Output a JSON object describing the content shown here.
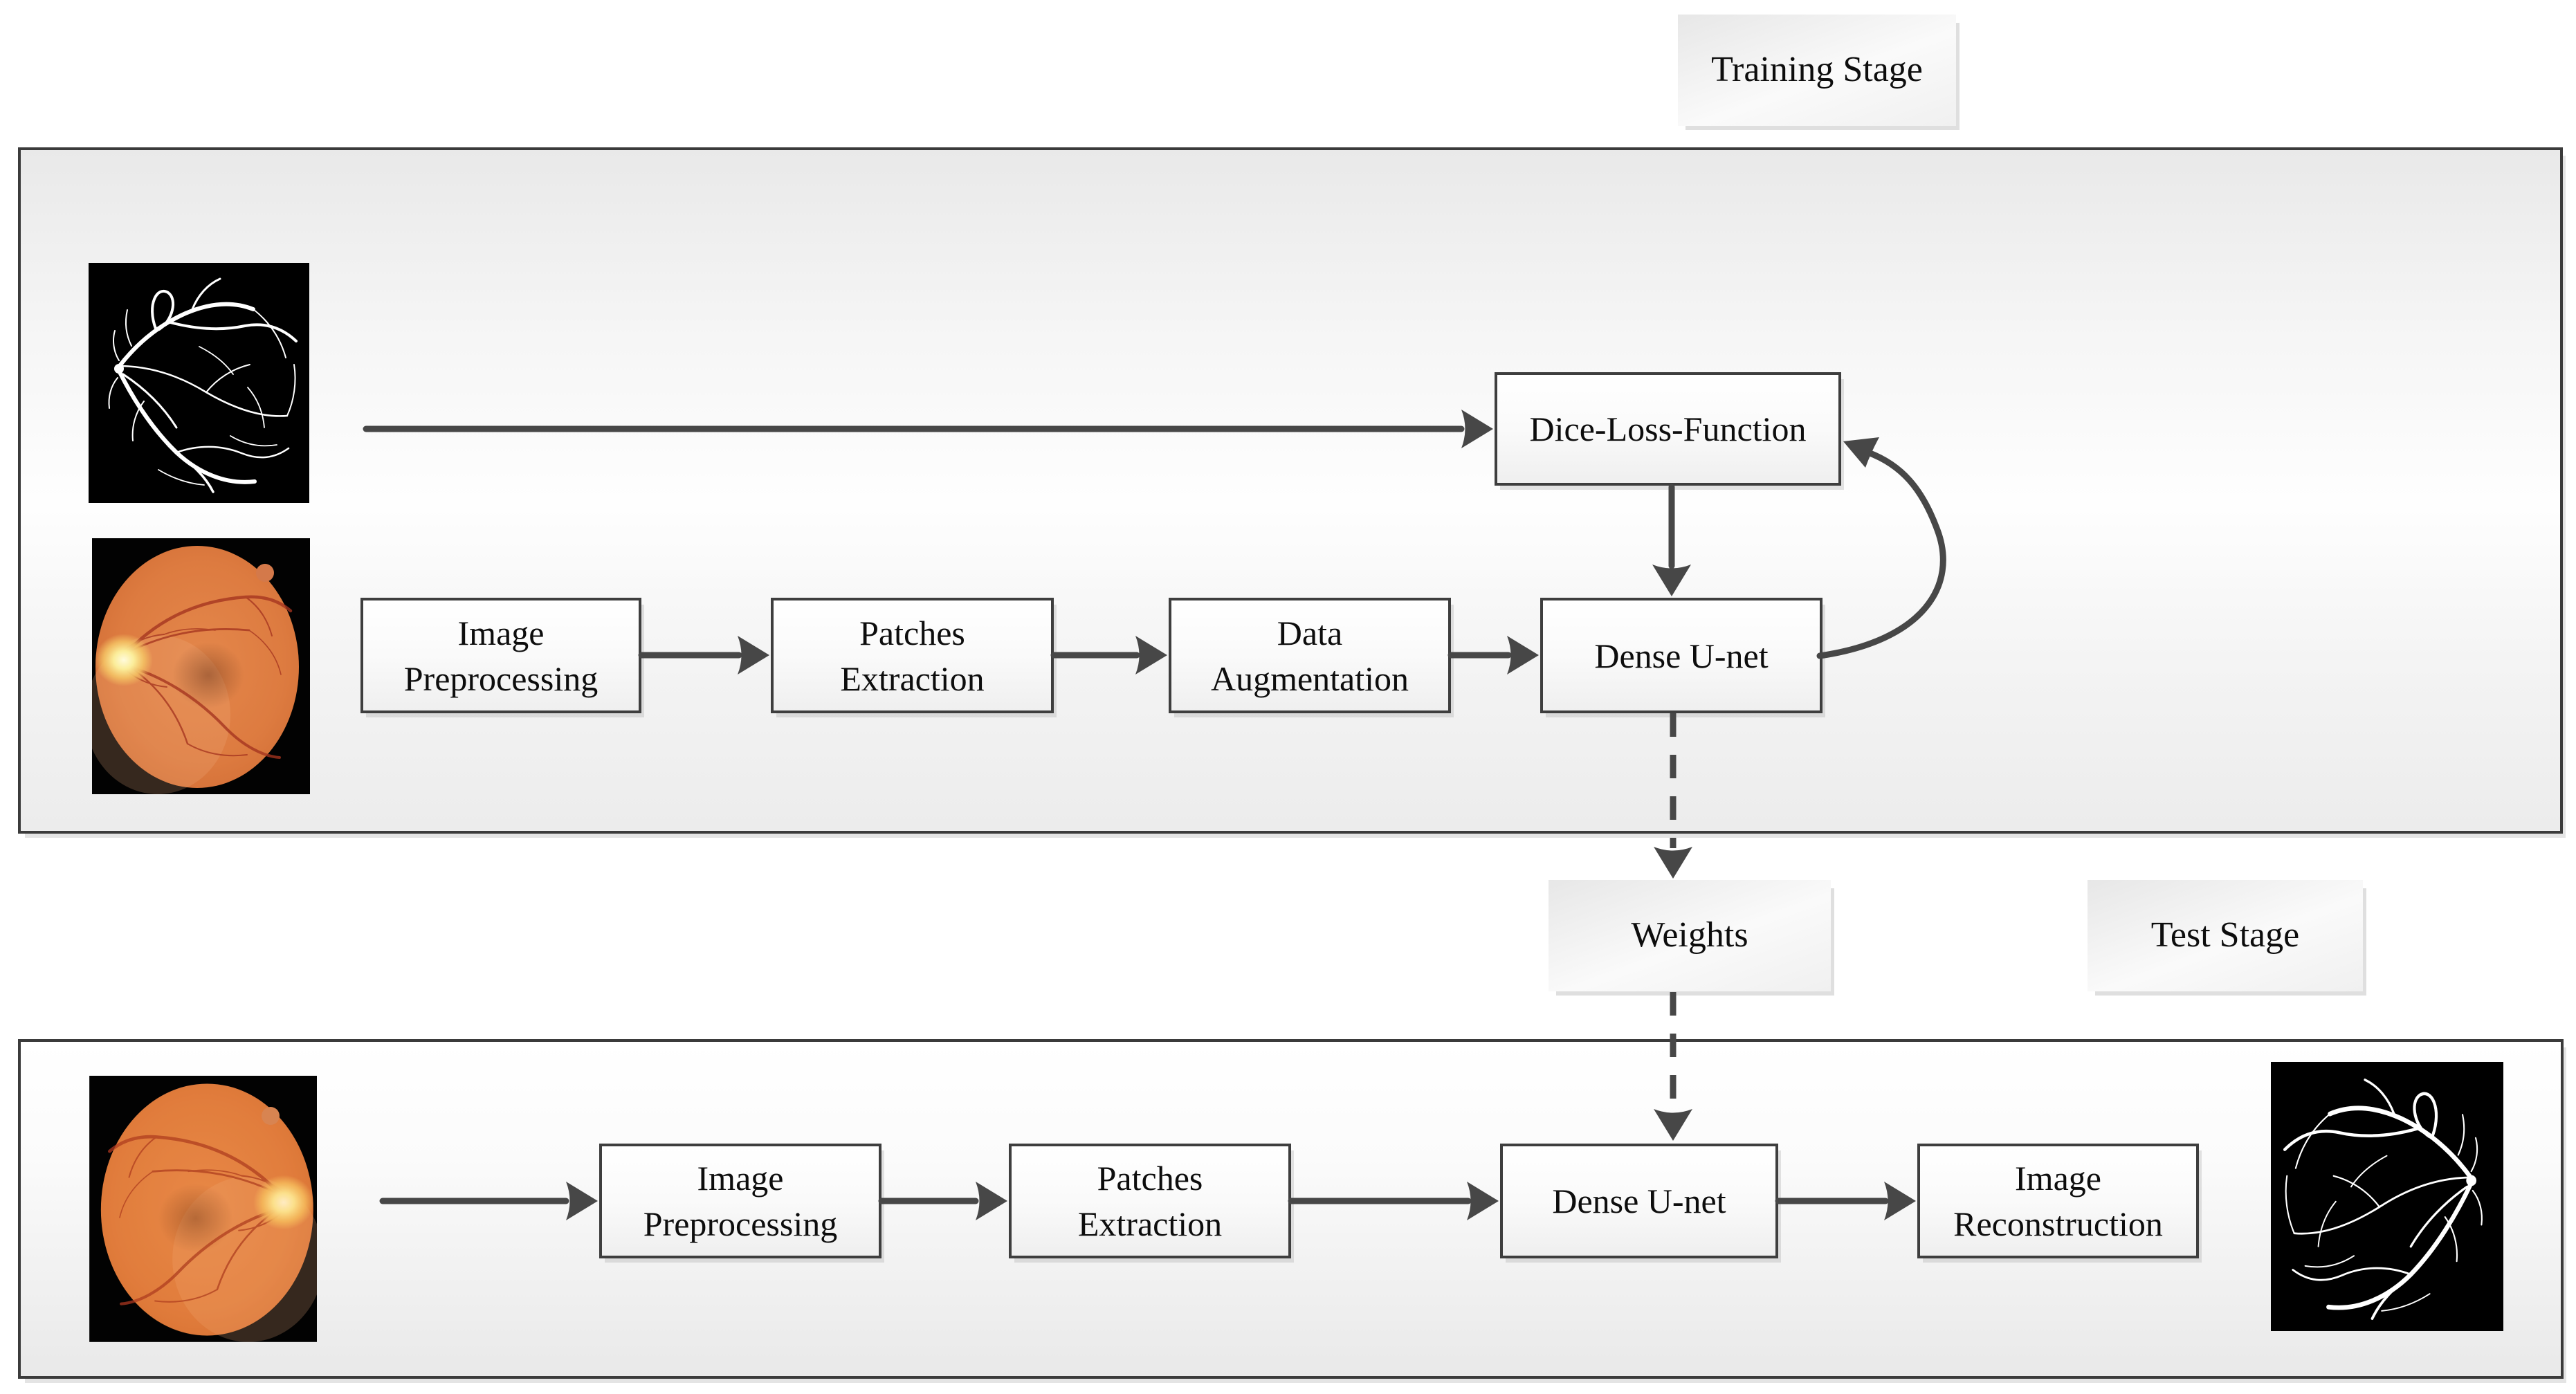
{
  "training": {
    "stage_label": "Training Stage",
    "dice_loss_label": "Dice-Loss-Function",
    "image_preprocessing_label": "Image Preprocessing",
    "patches_extraction_label": "Patches Extraction",
    "data_augmentation_label": "Data Augmentation",
    "dense_unet_label": "Dense U-net",
    "ground_truth_image": "retinal-vessel-ground-truth-mask",
    "input_image": "retinal-fundus-photo"
  },
  "weights_label": "Weights",
  "test": {
    "stage_label": "Test Stage",
    "image_preprocessing_label": "Image Preprocessing",
    "patches_extraction_label": "Patches Extraction",
    "dense_unet_label": "Dense U-net",
    "image_reconstruction_label": "Image Reconstruction",
    "input_image": "retinal-fundus-photo",
    "output_image": "segmented-vessel-map"
  },
  "colors": {
    "arrow": "#474747",
    "box_border": "#3e3e3e",
    "stage_border": "#3b3b3b",
    "fundus_orange": "#dd7b40",
    "optic_disc_yellow": "#fffbdc",
    "vessel_red": "#a5341f",
    "mask_background": "#000000",
    "mask_vessel": "#ffffff"
  }
}
